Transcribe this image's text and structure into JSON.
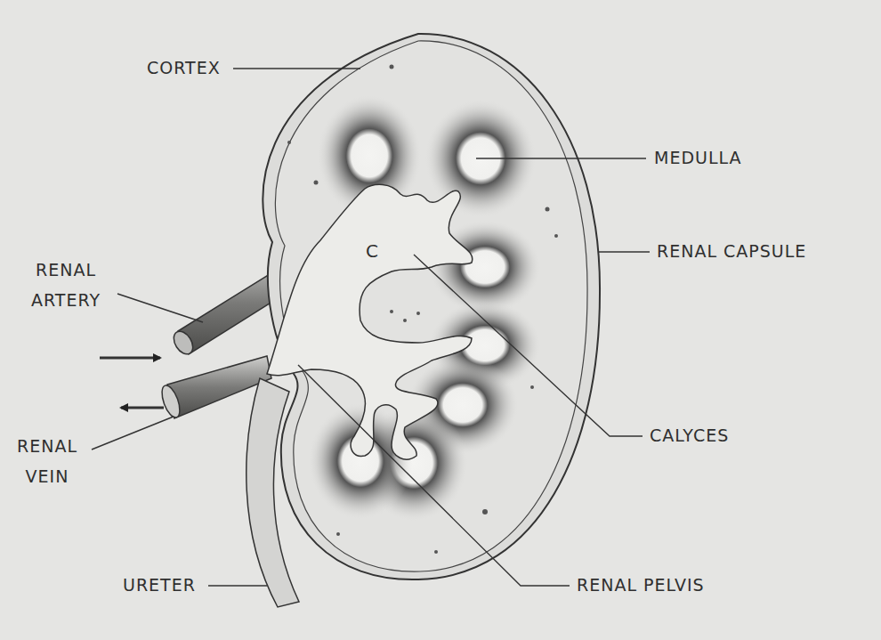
{
  "diagram": {
    "labels": [
      "CORTEX",
      "MEDULLA",
      "RENAL CAPSULE",
      "RENAL ARTERY",
      "C",
      "CALYCES",
      "RENAL VEIN",
      "URETER",
      "RENAL PELVIS"
    ]
  }
}
